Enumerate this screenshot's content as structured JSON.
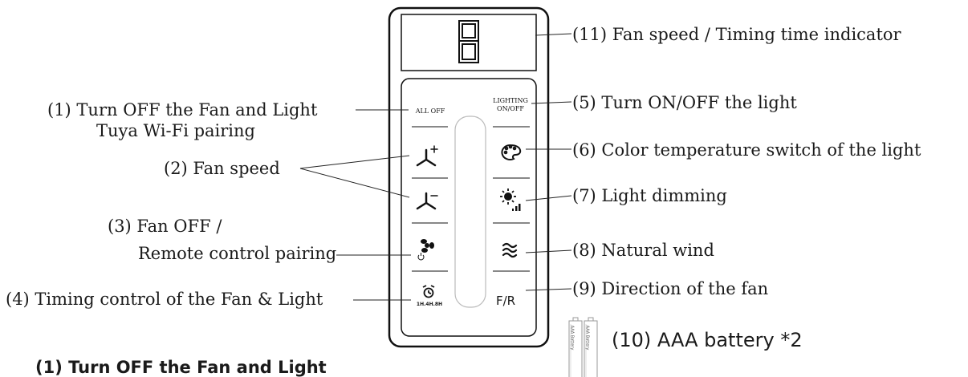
{
  "display": {
    "digit": "8"
  },
  "remote": {
    "btn_all_off": "ALL OFF",
    "btn_lighting_line1": "LIGHTING",
    "btn_lighting_line2": "ON/OFF",
    "btn_timer_text": "1H.4H.8H",
    "btn_direction": "F/R"
  },
  "labels": {
    "l1_line1": "(1) Turn OFF the Fan and Light",
    "l1_line2": "Tuya Wi-Fi pairing",
    "l2": "(2) Fan speed",
    "l3_line1": "(3) Fan OFF /",
    "l3_line2": "Remote control pairing",
    "l4": "(4) Timing control of the Fan & Light",
    "l5": "(5) Turn ON/OFF the light",
    "l6": "(6) Color temperature switch of the light",
    "l7": "(7) Light dimming",
    "l8": "(8) Natural wind",
    "l9": "(9) Direction of the fan",
    "l10": "(10) AAA battery *2",
    "l11": "(11) Fan speed / Timing time indicator"
  },
  "battery_text": "AAA Battery",
  "section_heading": "(1) Turn OFF the Fan and Light",
  "icons": [
    "fan-plus-icon",
    "fan-minus-icon",
    "fan-power-icon",
    "alarm-clock-icon",
    "palette-icon",
    "sun-dimmer-icon",
    "wind-waves-icon"
  ]
}
